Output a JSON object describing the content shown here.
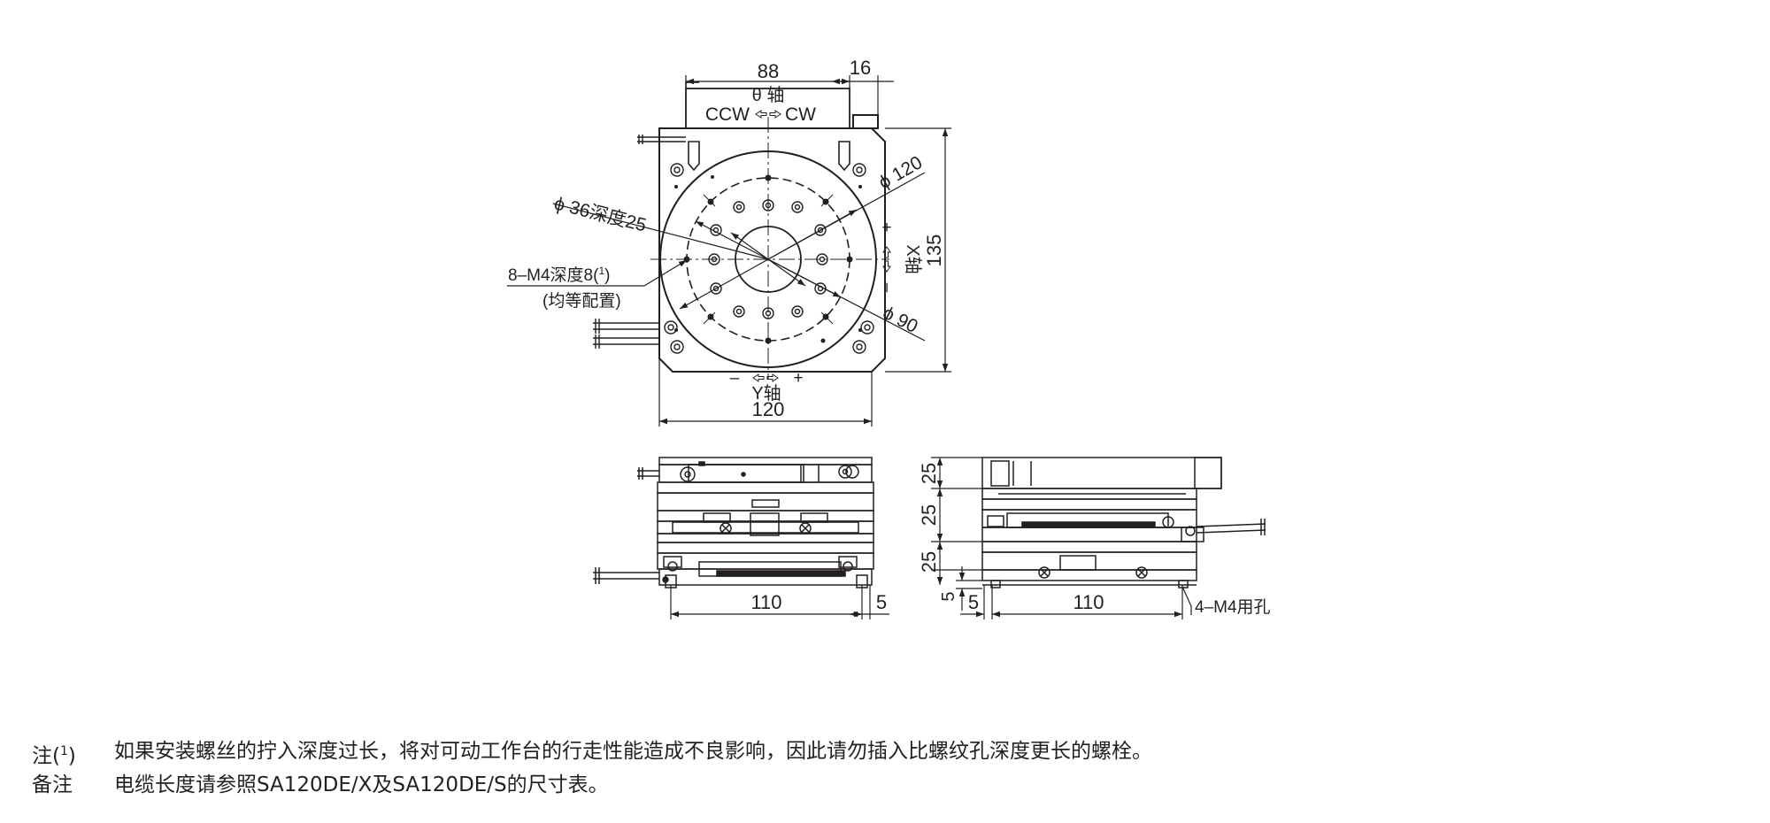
{
  "top_view": {
    "dim_88": "88",
    "dim_16": "16",
    "theta_axis": "θ 轴",
    "ccw": "CCW",
    "cw": "CW",
    "dia_36": "ϕ 36深度25",
    "dia_120": "ϕ 120",
    "dia_90": "ϕ 90",
    "tap_label": "8–M4深度8(",
    "tap_note_num": "1",
    "tap_label_close": ")",
    "tap_sub": "(均等配置)",
    "dim_135": "135",
    "x_axis": "X轴",
    "plus": "+",
    "minus": "–",
    "y_axis": "Y轴",
    "dim_120": "120"
  },
  "front_view": {
    "dim_110": "110",
    "dim_5": "5"
  },
  "side_view": {
    "h1": "25",
    "h2": "25",
    "h3": "25",
    "v5": "5",
    "dim_5": "5",
    "dim_110": "110",
    "holes": "4–M4用孔"
  },
  "notes": {
    "note1_prefix": "注(",
    "note1_num": "1",
    "note1_close": ")",
    "note1_text": "如果安装螺丝的拧入深度过长，将对可动工作台的行走性能造成不良影响，因此请勿插入比螺纹孔深度更长的螺栓。",
    "note2_prefix": "备注",
    "note2_text": "电缆长度请参照SA120DE/X及SA120DE/S的尺寸表。"
  }
}
